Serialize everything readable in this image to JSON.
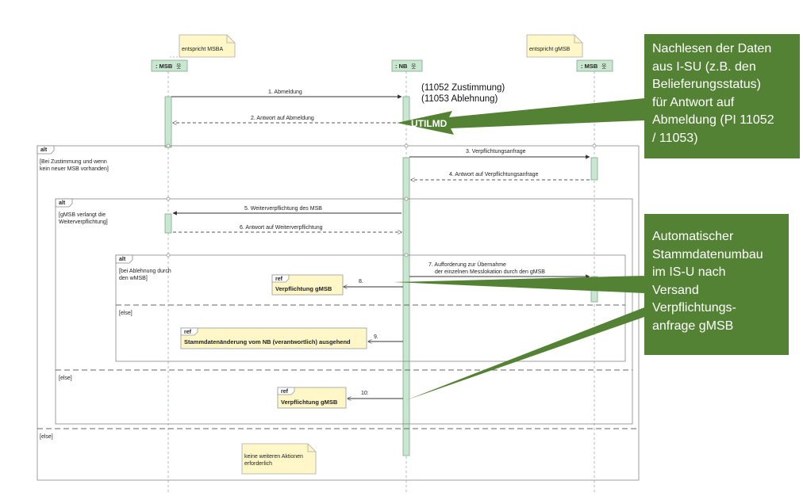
{
  "lifelines": {
    "msb": ": MSB",
    "nb": ": NB",
    "gmsb": ": MSB"
  },
  "notes": {
    "msba": "entspricht MSBA",
    "gmsb": "entspricht gMSB",
    "end_line1": "keine weiteren Aktionen",
    "end_line2": "erforderlich"
  },
  "messages": {
    "m1": "1. Abmeldung",
    "m2": "2. Antwort auf Abmeldung",
    "m3": "3. Verpflichtungsanfrage",
    "m4": "4. Antwort auf Verpflichtungsanfrage",
    "m5": "5. Weiterverpflichtung des MSB",
    "m6": "6. Antwort auf Weiterverpflichtung",
    "m7_line1": "7. Aufforderung zur Übernahme",
    "m7_line2": "der einzelnen Messlokation durch den gMSB",
    "m8": "8.",
    "m9": "9.",
    "m10": "10:"
  },
  "fragments": {
    "alt_label": "alt",
    "ref_label": "ref",
    "outer_guard_line1": "[Bei Zustimmung und wenn",
    "outer_guard_line2": "kein neuer MSB vorhanden]",
    "middle_guard_line1": "[gMSB verlangt die",
    "middle_guard_line2": "Weiterverpflichtung]",
    "inner_guard_line1": "[bei Ablehnung durch",
    "inner_guard_line2": "den wMSB]",
    "else": "[else]"
  },
  "refs": {
    "r1": "Verpflichtung gMSB",
    "r2": "Stammdatenänderung vom NB (verantwortlich) ausgehend",
    "r3": "Verpflichtung gMSB"
  },
  "annotations": {
    "pi_line1": "(11052 Zustimmung)",
    "pi_line2": "(11053 Ablehnung)",
    "utilmd": "UTILMD"
  },
  "callouts": {
    "top": [
      "Nachlesen der Daten",
      "aus I-SU (z.B. den",
      "Belieferungsstatus)",
      "für Antwort auf",
      "Abmeldung (PI 11052",
      "/ 11053)"
    ],
    "bottom": [
      "Automatischer",
      "Stammdatenumbau",
      "im IS-U nach",
      "Versand",
      "Verpflichtungs-",
      "anfrage gMSB"
    ]
  },
  "colors": {
    "activation": "#c8e6d0",
    "note_fill": "#fff7c8",
    "callout_green": "#548235"
  }
}
